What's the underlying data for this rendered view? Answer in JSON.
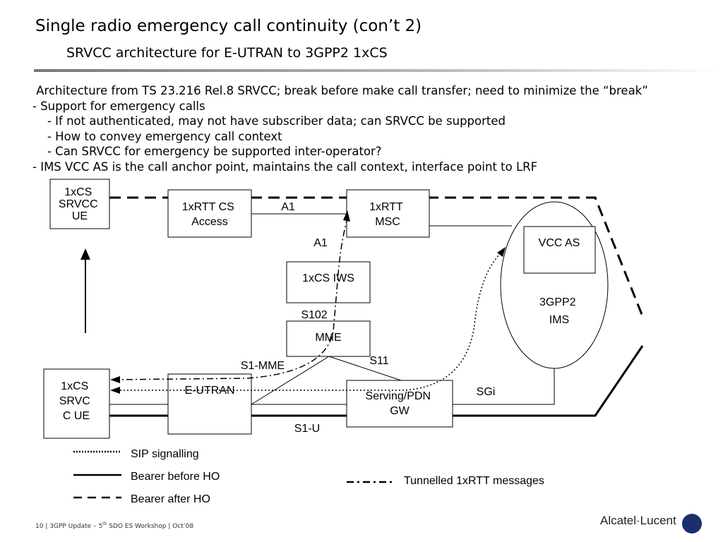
{
  "slide": {
    "title": "Single radio emergency call continuity (con’t 2)",
    "subtitle": "SRVCC architecture for E-UTRAN to 3GPP2 1xCS",
    "bullets": [
      " Architecture from TS 23.216 Rel.8 SRVCC; break before make call transfer; need to minimize the “break”",
      "- Support for emergency calls",
      "    - If not authenticated, may not have subscriber data; can SRVCC be supported",
      "    - How to convey emergency call context",
      "    - Can SRVCC for emergency be supported inter-operator?",
      "- IMS VCC AS is the call anchor point, maintains the call context, interface point to LRF"
    ],
    "footer": {
      "prefix": "10 | 3GPP Update – 5",
      "sup": "th",
      "suffix": " SDO ES Workshop | Oct’08"
    },
    "logo": "Alcatel·Lucent"
  },
  "diagram": {
    "nodes": {
      "ue_top": [
        "1xCS",
        "SRVCC",
        "UE"
      ],
      "ue_bottom": [
        "1xCS",
        "SRVC",
        "C UE"
      ],
      "rtt_access": [
        "1xRTT CS",
        "Access"
      ],
      "rtt_msc": [
        "1xRTT",
        "MSC"
      ],
      "iws": "1xCS IWS",
      "mme": "MME",
      "eutran": "E-UTRAN",
      "gw": [
        "Serving/PDN",
        "GW"
      ],
      "vcc_as": "VCC AS",
      "ims": [
        "3GPP2",
        "IMS"
      ]
    },
    "interfaces": {
      "a1_top": "A1",
      "a1_mid": "A1",
      "s102": "S102",
      "s1_mme": "S1-MME",
      "s11": "S11",
      "sgi": "SGi",
      "s1_u": "S1-U"
    },
    "legend": {
      "sip": "SIP signalling",
      "bearer_before": "Bearer before HO",
      "bearer_after": "Bearer after HO",
      "tunnelled": "Tunnelled 1xRTT messages"
    }
  }
}
